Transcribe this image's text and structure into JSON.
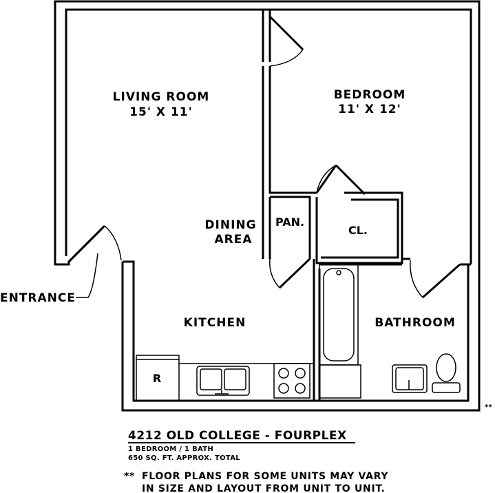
{
  "rooms": {
    "living_room": {
      "name": "LIVING ROOM",
      "size": "15' X 11'"
    },
    "bedroom": {
      "name": "BEDROOM",
      "size": "11' X 12'"
    },
    "dining": {
      "line1": "DINING",
      "line2": "AREA"
    },
    "pantry": "PAN.",
    "closet": "CL.",
    "kitchen": "KITCHEN",
    "bathroom": "BATHROOM",
    "refrigerator": "R"
  },
  "entrance": "ENTRANCE",
  "corner_mark": "**",
  "footer": {
    "title": "4212 OLD COLLEGE - FOURPLEX",
    "line1": "1 BEDROOM / 1 BATH",
    "line2": "650 SQ. FT. APPROX. TOTAL",
    "note_mark": "**",
    "note_line1": "FLOOR PLANS FOR SOME UNITS MAY VARY",
    "note_line2": "IN SIZE AND LAYOUT FROM UNIT TO UNIT."
  }
}
